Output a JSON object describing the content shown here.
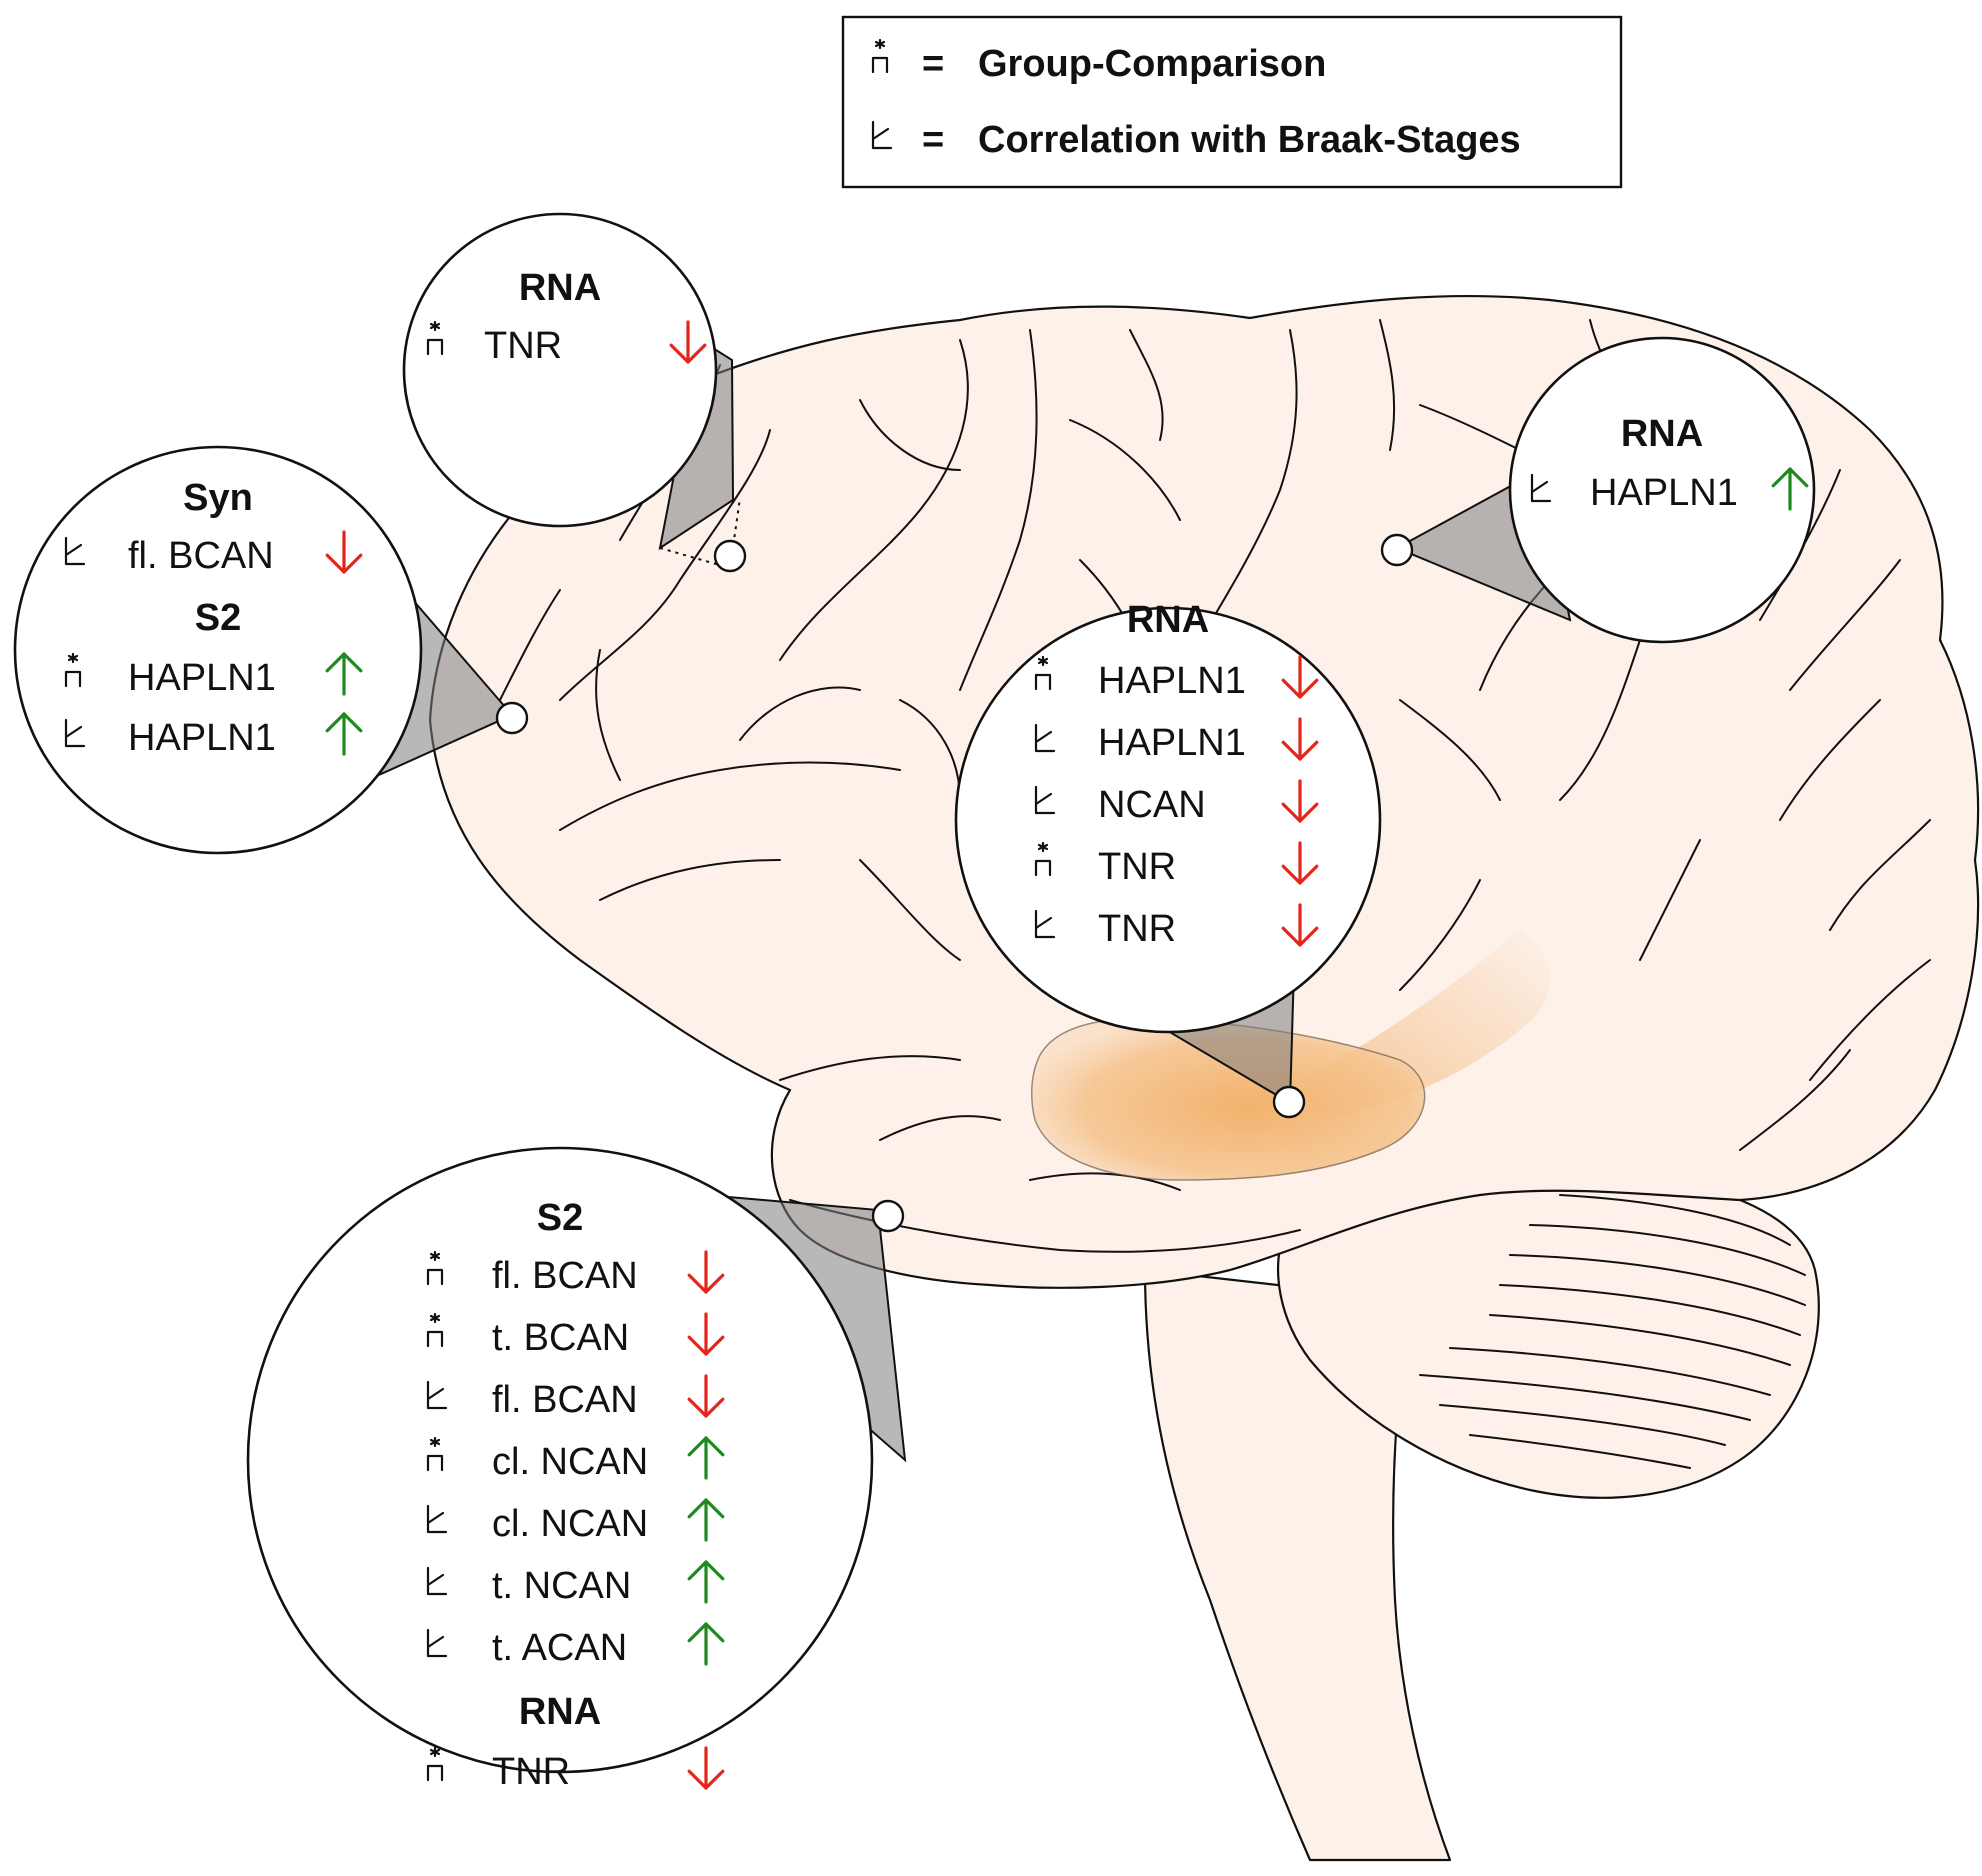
{
  "legend": {
    "items": [
      {
        "symbol": "group",
        "label": "Group-Comparison"
      },
      {
        "symbol": "corr",
        "label": "Correlation with Braak-Stages"
      }
    ],
    "equals": "="
  },
  "colors": {
    "down": "#e3251b",
    "up": "#1e8a1e",
    "brain_fill": "#fdf1ea",
    "hippocampus": "#f2b26c"
  },
  "bubbles": [
    {
      "id": "top",
      "sections": [
        {
          "title": "RNA",
          "rows": [
            {
              "symbol": "group",
              "label": "TNR",
              "direction": "down"
            }
          ]
        }
      ]
    },
    {
      "id": "left",
      "sections": [
        {
          "title": "Syn",
          "rows": [
            {
              "symbol": "corr",
              "label": "fl. BCAN",
              "direction": "down"
            }
          ]
        },
        {
          "title": "S2",
          "rows": [
            {
              "symbol": "group",
              "label": "HAPLN1",
              "direction": "up"
            },
            {
              "symbol": "corr",
              "label": "HAPLN1",
              "direction": "up"
            }
          ]
        }
      ]
    },
    {
      "id": "right",
      "sections": [
        {
          "title": "RNA",
          "rows": [
            {
              "symbol": "corr",
              "label": "HAPLN1",
              "direction": "up"
            }
          ]
        }
      ]
    },
    {
      "id": "center",
      "sections": [
        {
          "title": "RNA",
          "rows": [
            {
              "symbol": "group",
              "label": "HAPLN1",
              "direction": "down"
            },
            {
              "symbol": "corr",
              "label": "HAPLN1",
              "direction": "down"
            },
            {
              "symbol": "corr",
              "label": "NCAN",
              "direction": "down"
            },
            {
              "symbol": "group",
              "label": "TNR",
              "direction": "down"
            },
            {
              "symbol": "corr",
              "label": "TNR",
              "direction": "down"
            }
          ]
        }
      ]
    },
    {
      "id": "bottom",
      "sections": [
        {
          "title": "S2",
          "rows": [
            {
              "symbol": "group",
              "label": "fl. BCAN",
              "direction": "down"
            },
            {
              "symbol": "group",
              "label": "t. BCAN",
              "direction": "down"
            },
            {
              "symbol": "corr",
              "label": "fl. BCAN",
              "direction": "down"
            },
            {
              "symbol": "group",
              "label": "cl. NCAN",
              "direction": "up"
            },
            {
              "symbol": "corr",
              "label": "cl. NCAN",
              "direction": "up"
            },
            {
              "symbol": "corr",
              "label": "t. NCAN",
              "direction": "up"
            },
            {
              "symbol": "corr",
              "label": "t. ACAN",
              "direction": "up"
            }
          ]
        },
        {
          "title": "RNA",
          "rows": [
            {
              "symbol": "group",
              "label": "TNR",
              "direction": "down"
            }
          ]
        }
      ]
    }
  ]
}
